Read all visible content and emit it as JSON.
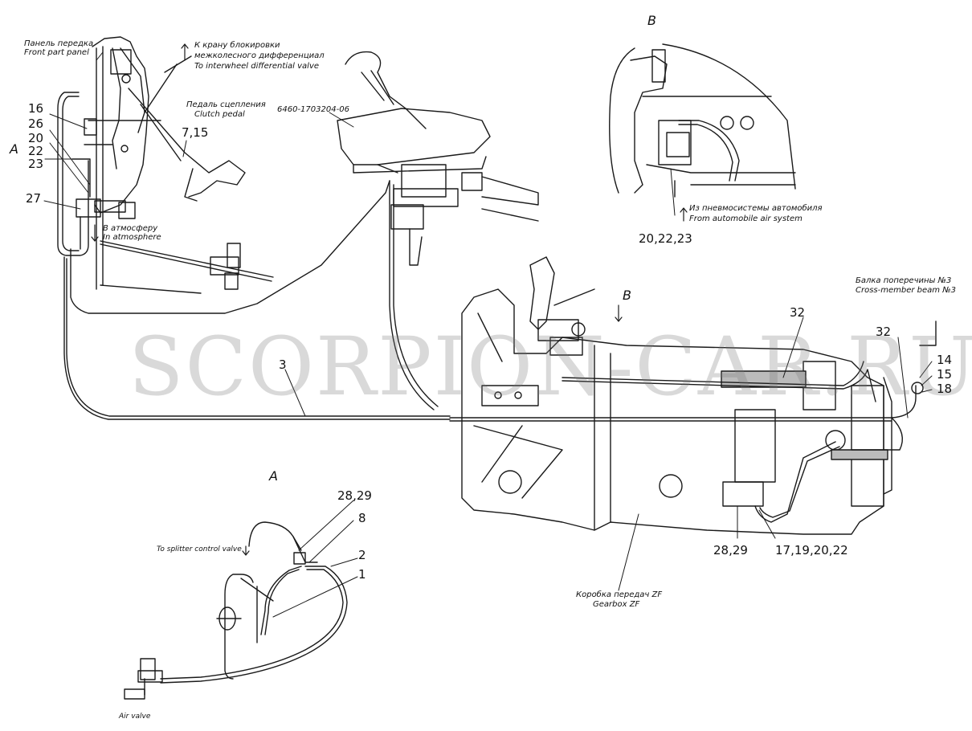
{
  "labels": {
    "front_panel_ru": "Панель передка",
    "front_panel_en": "Front part panel",
    "to_diff_ru1": "К крану блокировки",
    "to_diff_ru2": "межколесного дифференциал",
    "to_diff_en": "To interwheel differential valve",
    "clutch_ru": "Педаль сцепления",
    "clutch_en": "Clutch pedal",
    "part_no": "6460-1703204-06",
    "atm_ru": "В атмосферу",
    "atm_en": "In atmosphere",
    "air_ru": "Из пневмосистемы автомобиля",
    "air_en": "From automobile air system",
    "beam_ru": "Балка поперечины №3",
    "beam_en": "Cross-member beam №3",
    "gearbox_ru": "Коробка передач ZF",
    "gearbox_en": "Gearbox ZF",
    "splitter": "To splitter control valve",
    "air_valve": "Air valve"
  },
  "callouts": {
    "n16": "16",
    "n26": "26",
    "n20": "20",
    "n22": "22",
    "n23": "23",
    "n27": "27",
    "n7_15": "7,15",
    "n3": "3",
    "n32a": "32",
    "n32b": "32",
    "n14": "14",
    "n15": "15",
    "n18": "18",
    "n28_29": "28,29",
    "n17_19": "17,19,20,22",
    "n20_22_23": "20,22,23",
    "a_28_29": "28,29",
    "a_8": "8",
    "a_2": "2",
    "a_1": "1"
  },
  "views": {
    "A_left": "A",
    "A_bottom": "A",
    "B_top": "B",
    "B_arrow": "B"
  },
  "watermark": "SCORPION-CAR.RU"
}
